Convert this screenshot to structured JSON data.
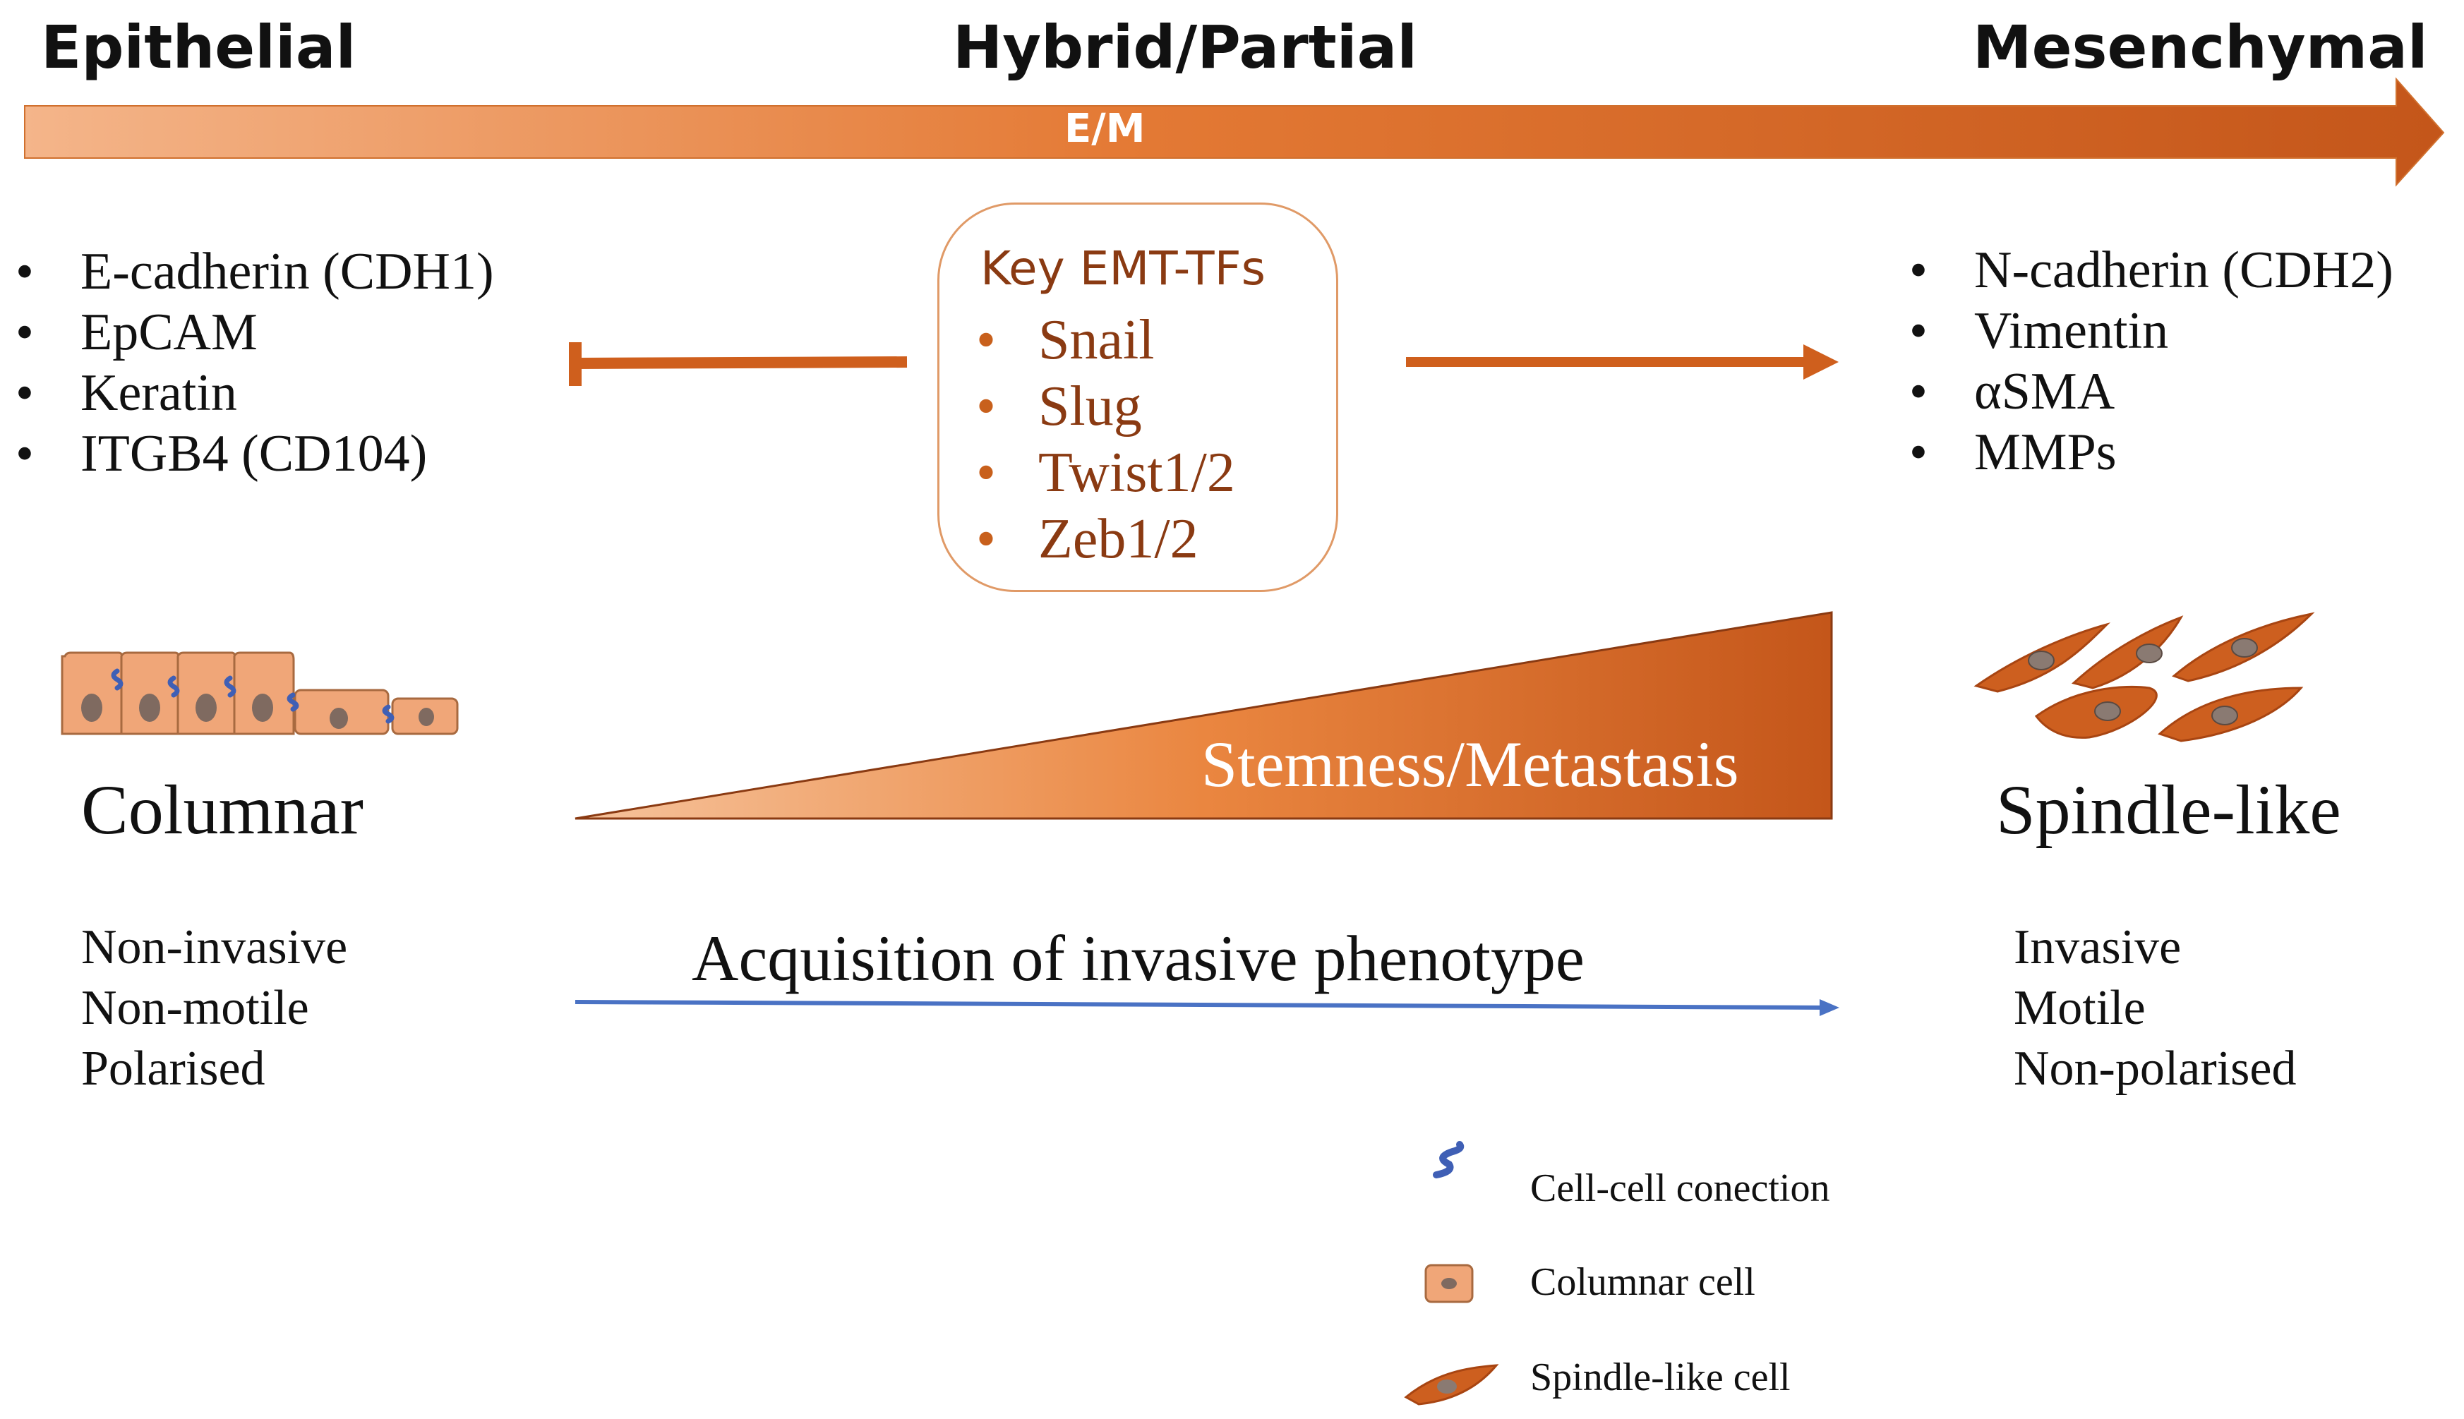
{
  "header": {
    "epithelial": "Epithelial",
    "hybrid": "Hybrid/Partial",
    "mesenchymal": "Mesenchymal",
    "arrow_label": "E/M"
  },
  "epithelial_markers": [
    "E-cadherin (CDH1)",
    "EpCAM",
    "Keratin",
    "ITGB4 (CD104)"
  ],
  "tf_box": {
    "title": "Key EMT-TFs",
    "items": [
      "Snail",
      "Slug",
      "Twist1/2",
      "Zeb1/2"
    ]
  },
  "mesenchymal_markers": [
    "N-cadherin (CDH2)",
    "Vimentin",
    "αSMA",
    "MMPs"
  ],
  "columnar": {
    "label": "Columnar",
    "traits": [
      "Non-invasive",
      "Non-motile",
      "Polarised"
    ]
  },
  "spindle": {
    "label": "Spindle-like",
    "traits": [
      "Invasive",
      "Motile",
      "Non-polarised"
    ]
  },
  "wedge_label": "Stemness/Metastasis",
  "acquisition_label": "Acquisition of invasive phenotype",
  "legend": {
    "cell_connection": "Cell-cell conection",
    "columnar_cell": "Columnar cell",
    "spindle_cell": "Spindle-like cell"
  },
  "colors": {
    "orange_light": "#f2b88c",
    "orange_dark": "#c8581a",
    "cell_fill": "#f0a678",
    "spindle_fill": "#cd5f1f",
    "blue": "#4a72c4",
    "tf_text": "#8a3a12"
  }
}
